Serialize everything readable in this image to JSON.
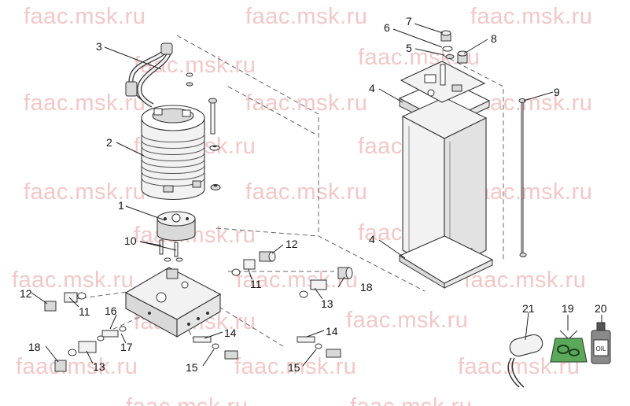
{
  "watermark": "faac.msk.ru",
  "callouts": {
    "c1": "1",
    "c2": "2",
    "c3": "3",
    "c4a": "4",
    "c4b": "4",
    "c5": "5",
    "c6": "6",
    "c7": "7",
    "c8": "8",
    "c9": "9",
    "c10": "10",
    "c11a": "11",
    "c11b": "11",
    "c12a": "12",
    "c12b": "12",
    "c13a": "13",
    "c13b": "13",
    "c14a": "14",
    "c14b": "14",
    "c15a": "15",
    "c15b": "15",
    "c16": "16",
    "c17": "17",
    "c18a": "18",
    "c18b": "18",
    "c19": "19",
    "c20": "20",
    "c21": "21"
  },
  "oil_label": "OIL",
  "colors": {
    "watermark": "#f4c7c7",
    "line": "#222222",
    "part_fill": "#f2f2f2",
    "shade": "#d9d9d9",
    "bag": "#5aa85a",
    "bottle": "#8a8a8a"
  }
}
